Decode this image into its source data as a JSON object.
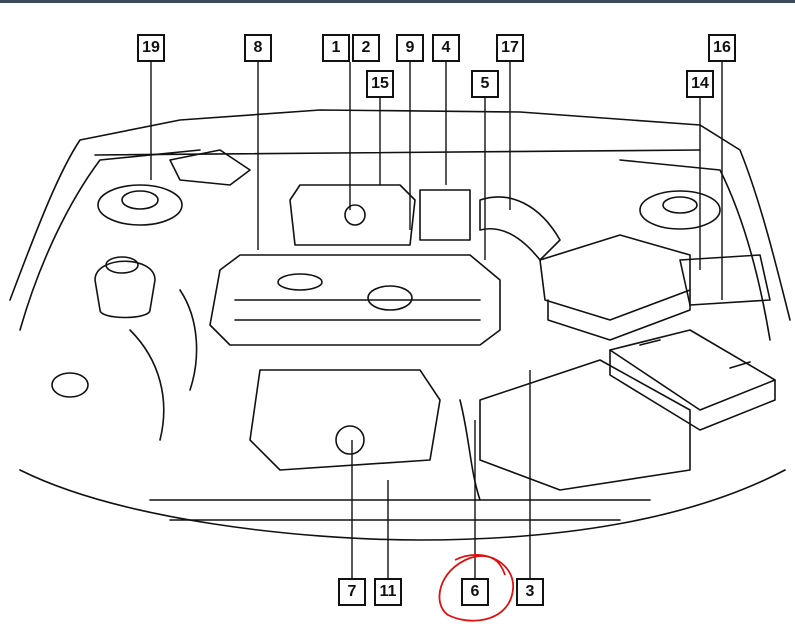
{
  "diagram": {
    "callouts": [
      {
        "id": "c19",
        "text": "19"
      },
      {
        "id": "c8",
        "text": "8"
      },
      {
        "id": "c1",
        "text": "1"
      },
      {
        "id": "c2",
        "text": "2"
      },
      {
        "id": "c9",
        "text": "9"
      },
      {
        "id": "c4",
        "text": "4"
      },
      {
        "id": "c17",
        "text": "17"
      },
      {
        "id": "c16",
        "text": "16"
      },
      {
        "id": "c15",
        "text": "15"
      },
      {
        "id": "c5",
        "text": "5"
      },
      {
        "id": "c14",
        "text": "14"
      },
      {
        "id": "c7",
        "text": "7"
      },
      {
        "id": "c11",
        "text": "11"
      },
      {
        "id": "c6",
        "text": "6"
      },
      {
        "id": "c3",
        "text": "3"
      }
    ],
    "highlight_color": "#e01010",
    "line_color": "#111111"
  }
}
